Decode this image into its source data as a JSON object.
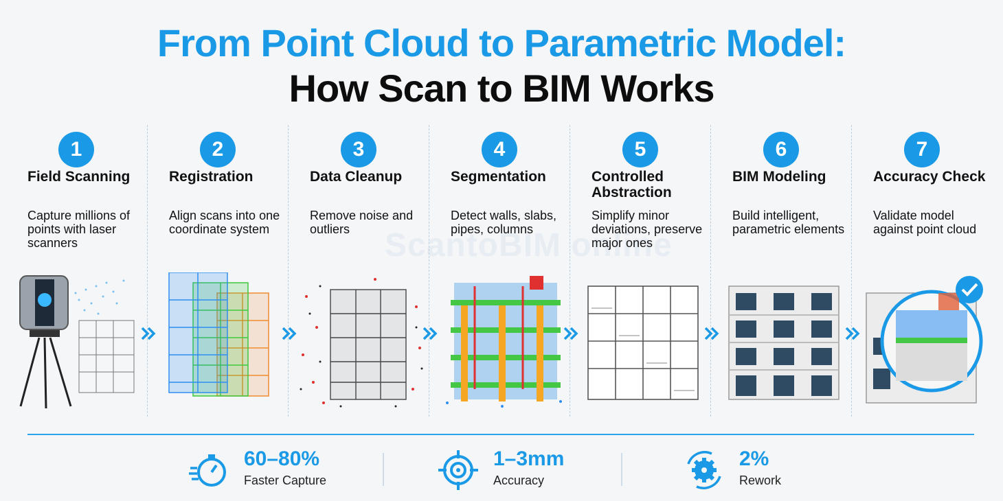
{
  "title": {
    "line1": "From Point Cloud to Parametric Model:",
    "line2": "How Scan to BIM Works"
  },
  "steps": [
    {
      "number": "1",
      "title": "Field Scanning",
      "description": "Capture millions of points with laser scanners",
      "icon": "laser-scanner-icon"
    },
    {
      "number": "2",
      "title": "Registration",
      "description": "Align scans into one coordinate system",
      "icon": "aligned-scan-layers-icon"
    },
    {
      "number": "3",
      "title": "Data Cleanup",
      "description": "Remove noise and outliers",
      "icon": "noisy-point-cloud-icon"
    },
    {
      "number": "4",
      "title": "Segmentation",
      "description": "Detect walls, slabs, pipes, columns",
      "icon": "segmented-structure-icon"
    },
    {
      "number": "5",
      "title": "Controlled Abstraction",
      "description": "Simplify minor deviations, preserve major ones",
      "icon": "wireframe-building-icon"
    },
    {
      "number": "6",
      "title": "BIM Modeling",
      "description": "Build intelligent, parametric elements",
      "icon": "bim-building-icon"
    },
    {
      "number": "7",
      "title": "Accuracy Check",
      "description": "Validate model against point cloud",
      "icon": "accuracy-check-icon"
    }
  ],
  "stats": [
    {
      "value": "60–80%",
      "label": "Faster Capture",
      "icon": "stopwatch-icon"
    },
    {
      "value": "1–3mm",
      "label": "Accuracy",
      "icon": "target-icon"
    },
    {
      "value": "2%",
      "label": "Rework",
      "icon": "gear-cycle-icon"
    }
  ],
  "watermark": "ScantoBIM online",
  "colors": {
    "accent": "#1a9ae6",
    "text": "#111111",
    "background": "#f4f6f8"
  }
}
